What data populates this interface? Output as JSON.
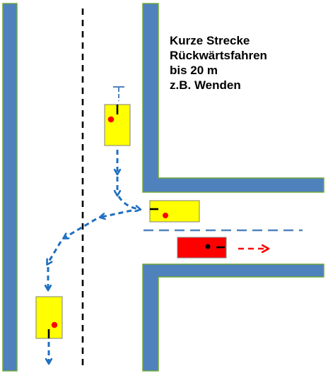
{
  "caption": {
    "lines": [
      "Kurze Strecke",
      "Rückwärtsfahren",
      "bis 20 m",
      "z.B. Wenden"
    ]
  },
  "colors": {
    "curb": "#4f81bd",
    "road_edge": "#6fa83a",
    "car_yellow": "#ffff00",
    "car_red": "#ff0000",
    "car_border": "#7f7f7f",
    "arrow_blue": "#1f6fc0",
    "arrow_red": "#ff0000",
    "center_line": "#000000",
    "stop_line": "#4f81bd"
  },
  "icons": {
    "yellow_car": "car-top-view",
    "red_car": "car-top-view",
    "direction_arrow": "dashed-arrow"
  }
}
